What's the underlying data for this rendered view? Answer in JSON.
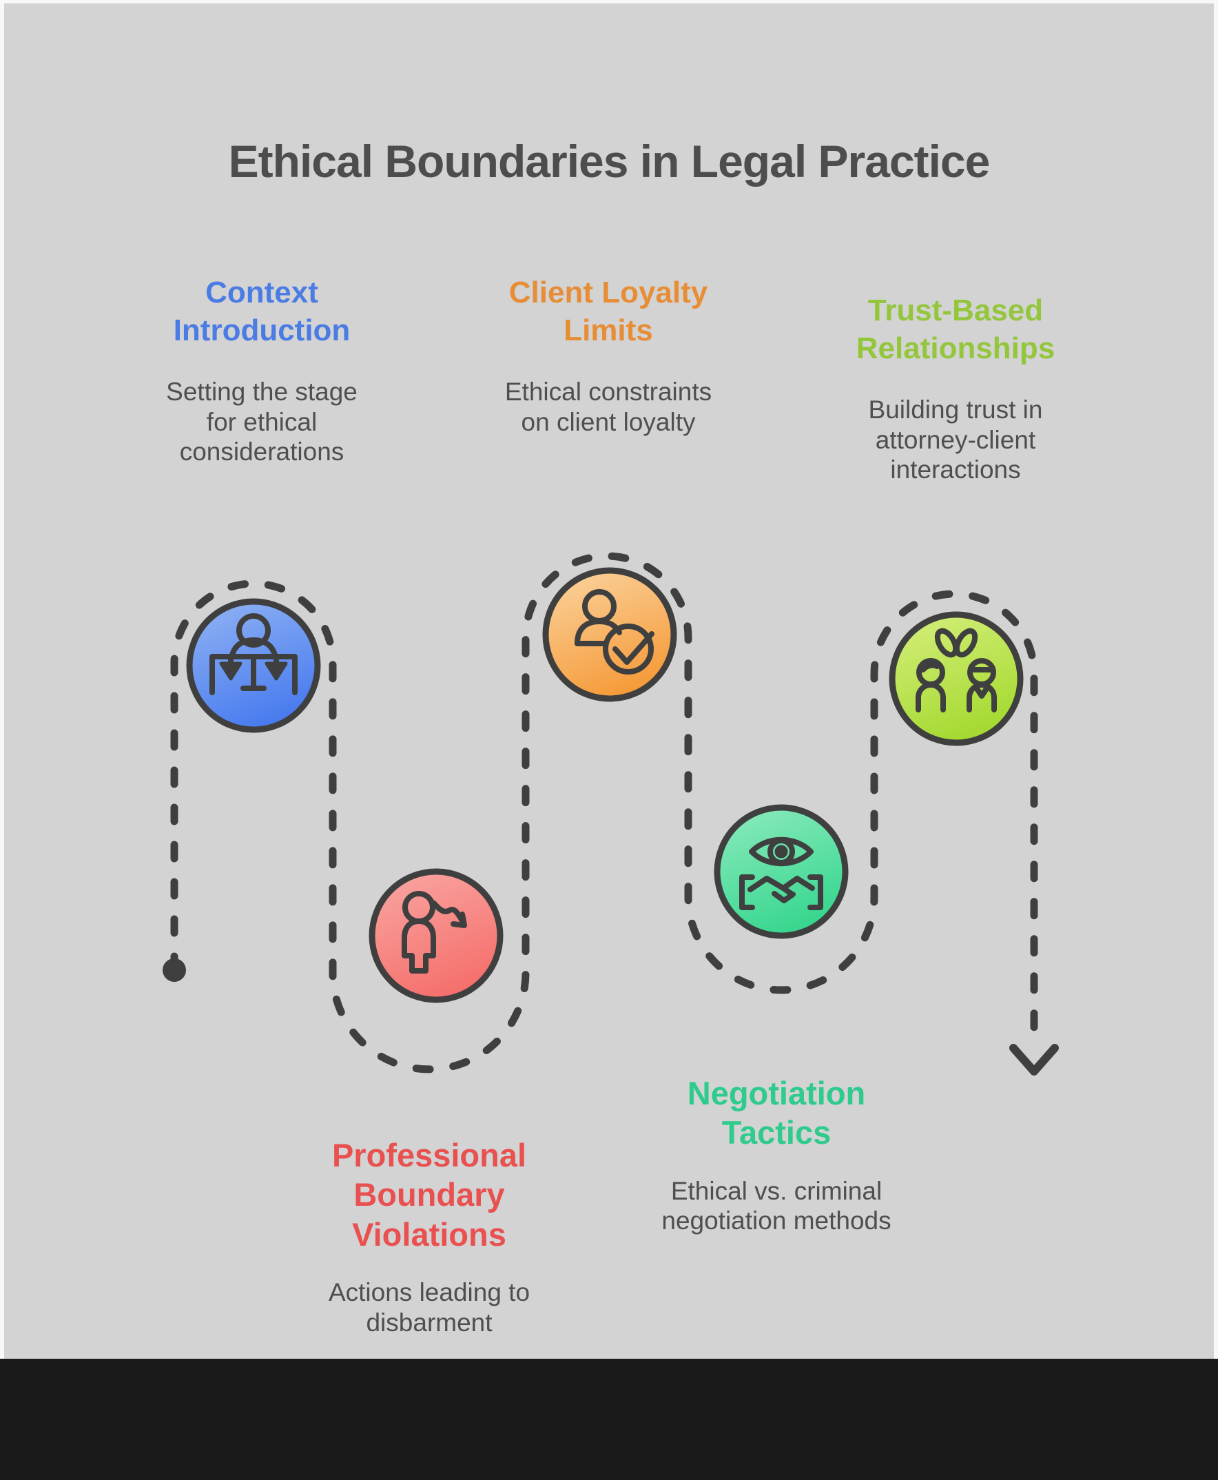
{
  "title": "Ethical Boundaries in Legal Practice",
  "colors": {
    "background": "#d3d3d4",
    "page_margin": "#f7f8f9",
    "footer": "#1a1a1a",
    "line": "#3f3f3f",
    "title_text": "#4d4d4d",
    "body_text": "#4f4f4f"
  },
  "steps": [
    {
      "name": "context-introduction",
      "title": "Context\nIntroduction",
      "description": "Setting the stage\nfor ethical\nconsiderations",
      "accent": "#4a7ce4",
      "icon": "person-scales-icon",
      "node_fill_top": "#8fb2f4",
      "node_fill_bottom": "#477aee"
    },
    {
      "name": "client-loyalty-limits",
      "title": "Client Loyalty\nLimits",
      "description": "Ethical constraints\non client loyalty",
      "accent": "#e78d35",
      "icon": "person-check-icon",
      "node_fill_top": "#fbd29c",
      "node_fill_bottom": "#f59a38"
    },
    {
      "name": "trust-based-relationships",
      "title": "Trust-Based\nRelationships",
      "description": "Building trust in\nattorney-client\ninteractions",
      "accent": "#94c63c",
      "icon": "people-heart-icon",
      "node_fill_top": "#d4ee7a",
      "node_fill_bottom": "#a4d92f"
    },
    {
      "name": "professional-boundary-violations",
      "title": "Professional\nBoundary\nViolations",
      "description": "Actions leading to\ndisbarment",
      "accent": "#e85150",
      "icon": "person-decline-arrow-icon",
      "node_fill_top": "#f9a5a2",
      "node_fill_bottom": "#f56f6b"
    },
    {
      "name": "negotiation-tactics",
      "title": "Negotiation\nTactics",
      "description": "Ethical vs. criminal\nnegotiation methods",
      "accent": "#2ecb8c",
      "icon": "eye-handshake-icon",
      "node_fill_top": "#8aeabc",
      "node_fill_bottom": "#36d68e"
    }
  ]
}
